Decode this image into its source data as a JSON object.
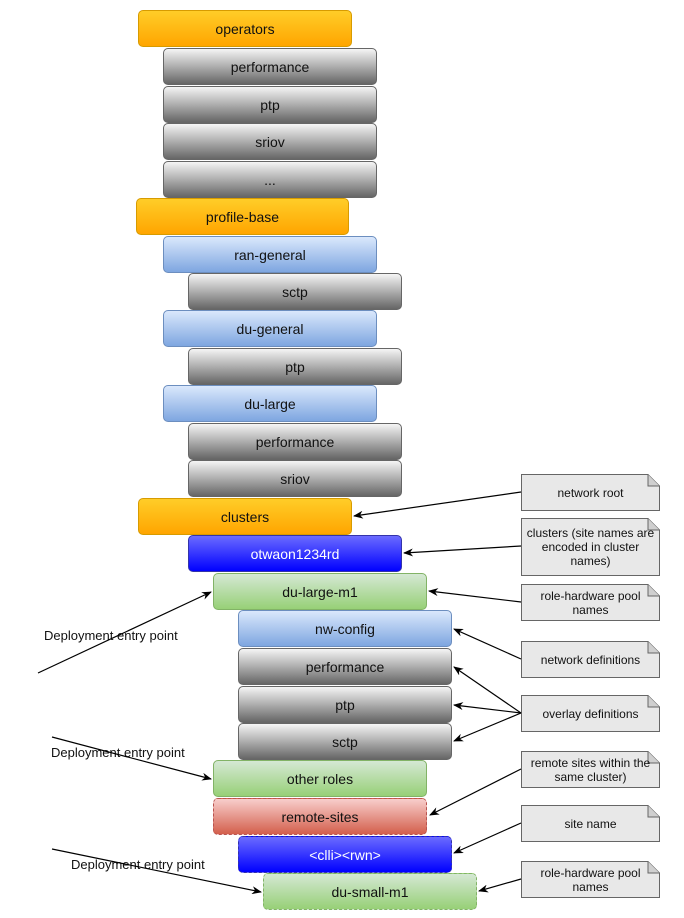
{
  "boxes": {
    "operators": "operators",
    "performance_1": "performance",
    "ptp_1": "ptp",
    "sriov_1": "sriov",
    "ellipsis": "...",
    "profile_base": "profile-base",
    "ran_general": "ran-general",
    "sctp_1": "sctp",
    "du_general": "du-general",
    "ptp_2": "ptp",
    "du_large": "du-large",
    "performance_2": "performance",
    "sriov_2": "sriov",
    "clusters": "clusters",
    "otwaon": "otwaon1234rd",
    "du_large_m1": "du-large-m1",
    "nw_config": "nw-config",
    "performance_3": "performance",
    "ptp_3": "ptp",
    "sctp_2": "sctp",
    "other_roles": "other roles",
    "remote_sites": "remote-sites",
    "clli_rwn": "<clli><rwn>",
    "du_small_m1": "du-small-m1"
  },
  "notes": {
    "network_root": "network root",
    "clusters_note": "clusters (site names are encoded in cluster names)",
    "role_hw_pool_1": "role-hardware pool names",
    "network_definitions": "network definitions",
    "overlay_definitions": "overlay definitions",
    "remote_sites_note": "remote sites within the same cluster)",
    "site_name": "site name",
    "role_hw_pool_2": "role-hardware pool names"
  },
  "entry_points": {
    "entry_1": "Deployment entry point",
    "entry_2": "Deployment entry point",
    "entry_3": "Deployment entry point"
  }
}
